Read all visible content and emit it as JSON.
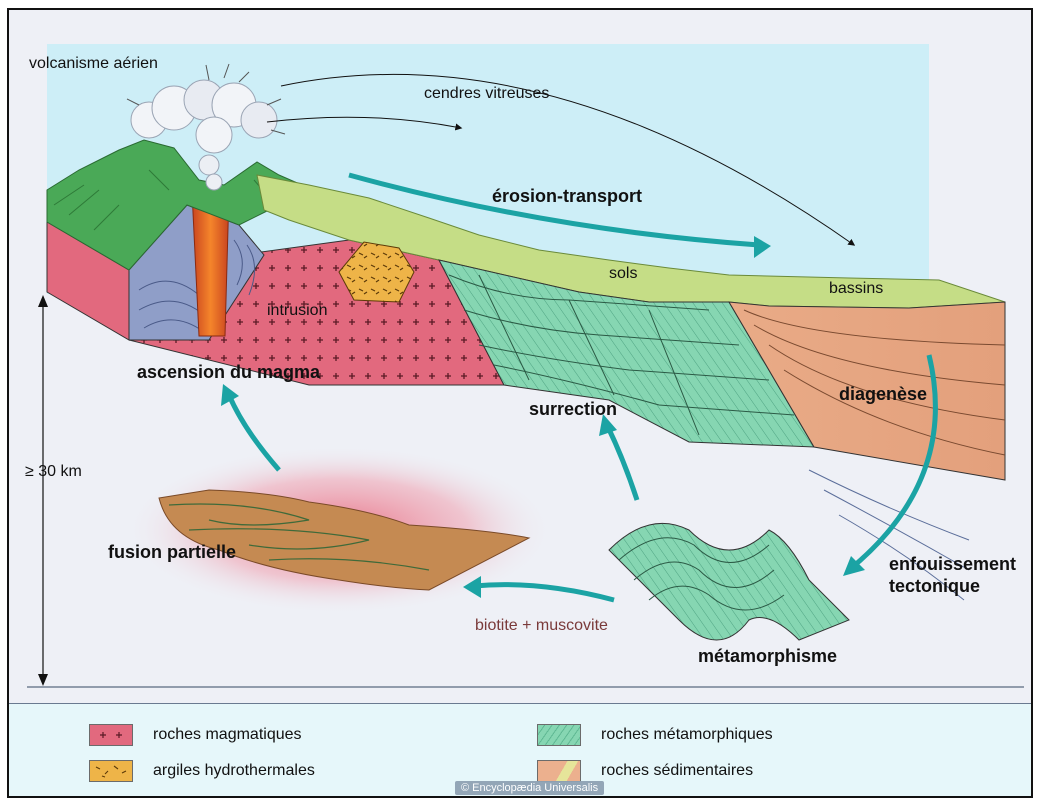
{
  "labels": {
    "volcanisme": "volcanisme aérien",
    "cendres": "cendres vitreuses",
    "erosion": "érosion-transport",
    "sols": "sols",
    "bassins": "bassins",
    "intrusion": "intrusion",
    "ascension": "ascension du magma",
    "surrection": "surrection",
    "diagenese": "diagenèse",
    "depth": "≥ 30 km",
    "fusion": "fusion partielle",
    "enfouissement_1": "enfouissement",
    "enfouissement_2": "tectonique",
    "biotite": "biotite + muscovite",
    "metamorphisme": "métamorphisme"
  },
  "legend": [
    {
      "label": "roches magmatiques",
      "swatch": "magmatic"
    },
    {
      "label": "argiles hydrothermales",
      "swatch": "clay"
    },
    {
      "label": "roches métamorphiques",
      "swatch": "metamorphic"
    },
    {
      "label": "roches sédimentaires",
      "swatch": "sedimentary"
    }
  ],
  "credit": "© Encyclopædia Universalis",
  "colors": {
    "sky": "#cdeef7",
    "magmatic": "#e2697e",
    "metamorphic": "#86d6b2",
    "sedimentary": "#ecb08e",
    "clay": "#eeb448",
    "arrow_teal": "#1ba3a4"
  }
}
